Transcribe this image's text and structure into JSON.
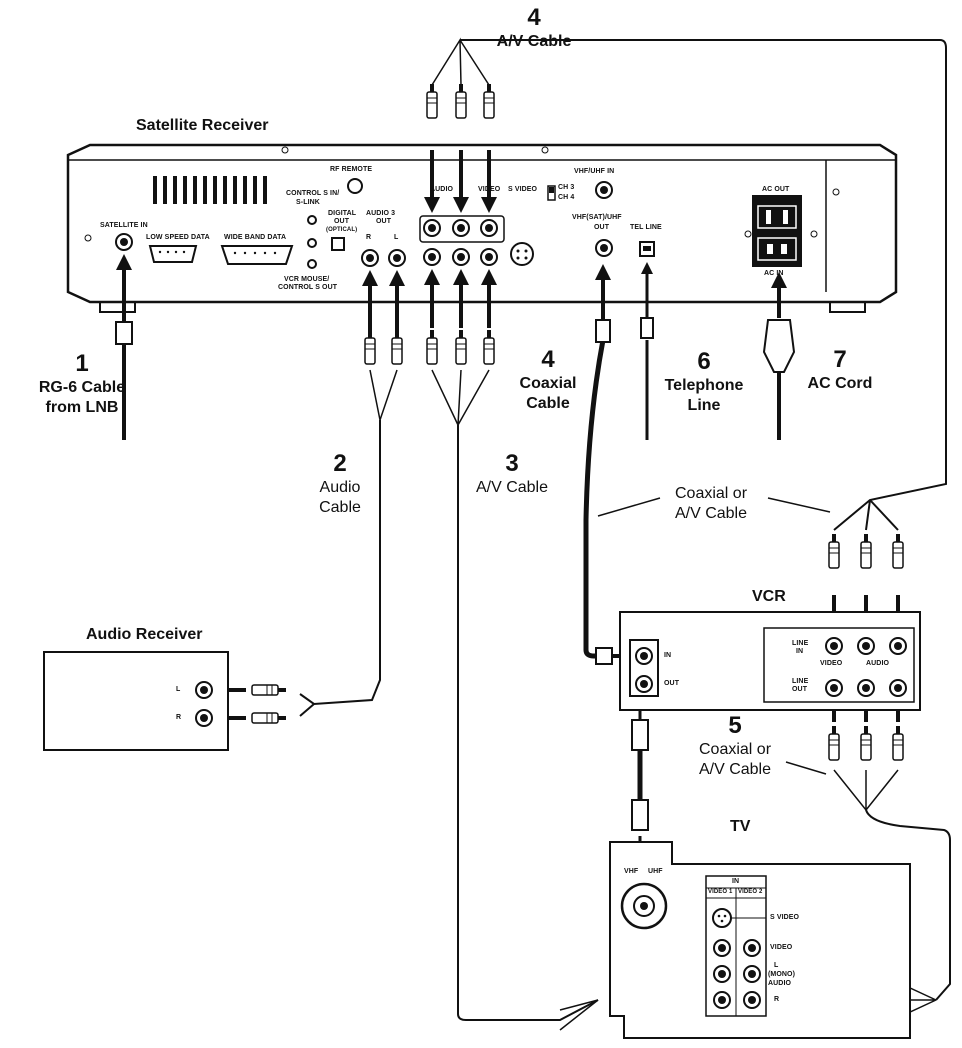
{
  "devices": {
    "satellite_receiver": "Satellite Receiver",
    "audio_receiver": "Audio Receiver",
    "vcr": "VCR",
    "tv": "TV"
  },
  "callouts": [
    {
      "number": "1",
      "line1": "RG-6 Cable",
      "line2": "from LNB"
    },
    {
      "number": "2",
      "line1": "Audio",
      "line2": "Cable"
    },
    {
      "number": "3",
      "line1": "A/V Cable",
      "line2": ""
    },
    {
      "number": "4",
      "line1": "A/V Cable",
      "line2": ""
    },
    {
      "number": "4",
      "line1": "Coaxial",
      "line2": "Cable"
    },
    {
      "number": "6",
      "line1": "Telephone",
      "line2": "Line"
    },
    {
      "number": "7",
      "line1": "AC Cord",
      "line2": ""
    },
    {
      "number": "5",
      "line1": "Coaxial or",
      "line2": "A/V Cable"
    }
  ],
  "coax_or_av": {
    "line1": "Coaxial or",
    "line2": "A/V Cable"
  },
  "receiver_panel": {
    "satellite_in": "SATELLITE IN",
    "low_speed_data": "LOW SPEED DATA",
    "wide_band_data": "WIDE BAND DATA",
    "control_s_in": "CONTROL S IN/",
    "s_link": "S-LINK",
    "rf_remote": "RF REMOTE",
    "digital_out": "DIGITAL",
    "digital_out2": "OUT",
    "optical": "(OPTICAL)",
    "audio3_out": "AUDIO 3",
    "audio3_out2": "OUT",
    "r": "R",
    "l": "L",
    "vcr_mouse": "VCR MOUSE/",
    "control_s_out": "CONTROL S OUT",
    "audio": "AUDIO",
    "video": "VIDEO",
    "s_video": "S VIDEO",
    "ch3": "CH 3",
    "ch4": "CH 4",
    "vhf_uhf_in": "VHF/UHF IN",
    "vhf_sat_uhf": "VHF(SAT)/UHF",
    "out": "OUT",
    "tel_line": "TEL LINE",
    "ac_out": "AC OUT",
    "ac_in": "AC IN"
  },
  "audio_receiver_panel": {
    "l": "L",
    "r": "R"
  },
  "vcr_panel": {
    "in": "IN",
    "out": "OUT",
    "line_in": "LINE",
    "line_in2": "IN",
    "line_out": "LINE",
    "line_out2": "OUT",
    "video": "VIDEO",
    "audio": "AUDIO"
  },
  "tv_panel": {
    "vhf": "VHF",
    "uhf": "UHF",
    "in": "IN",
    "video1": "VIDEO 1",
    "video2": "VIDEO 2",
    "s_video": "S VIDEO",
    "video": "VIDEO",
    "l": "L",
    "mono": "(MONO)",
    "audio": "AUDIO",
    "r": "R"
  }
}
